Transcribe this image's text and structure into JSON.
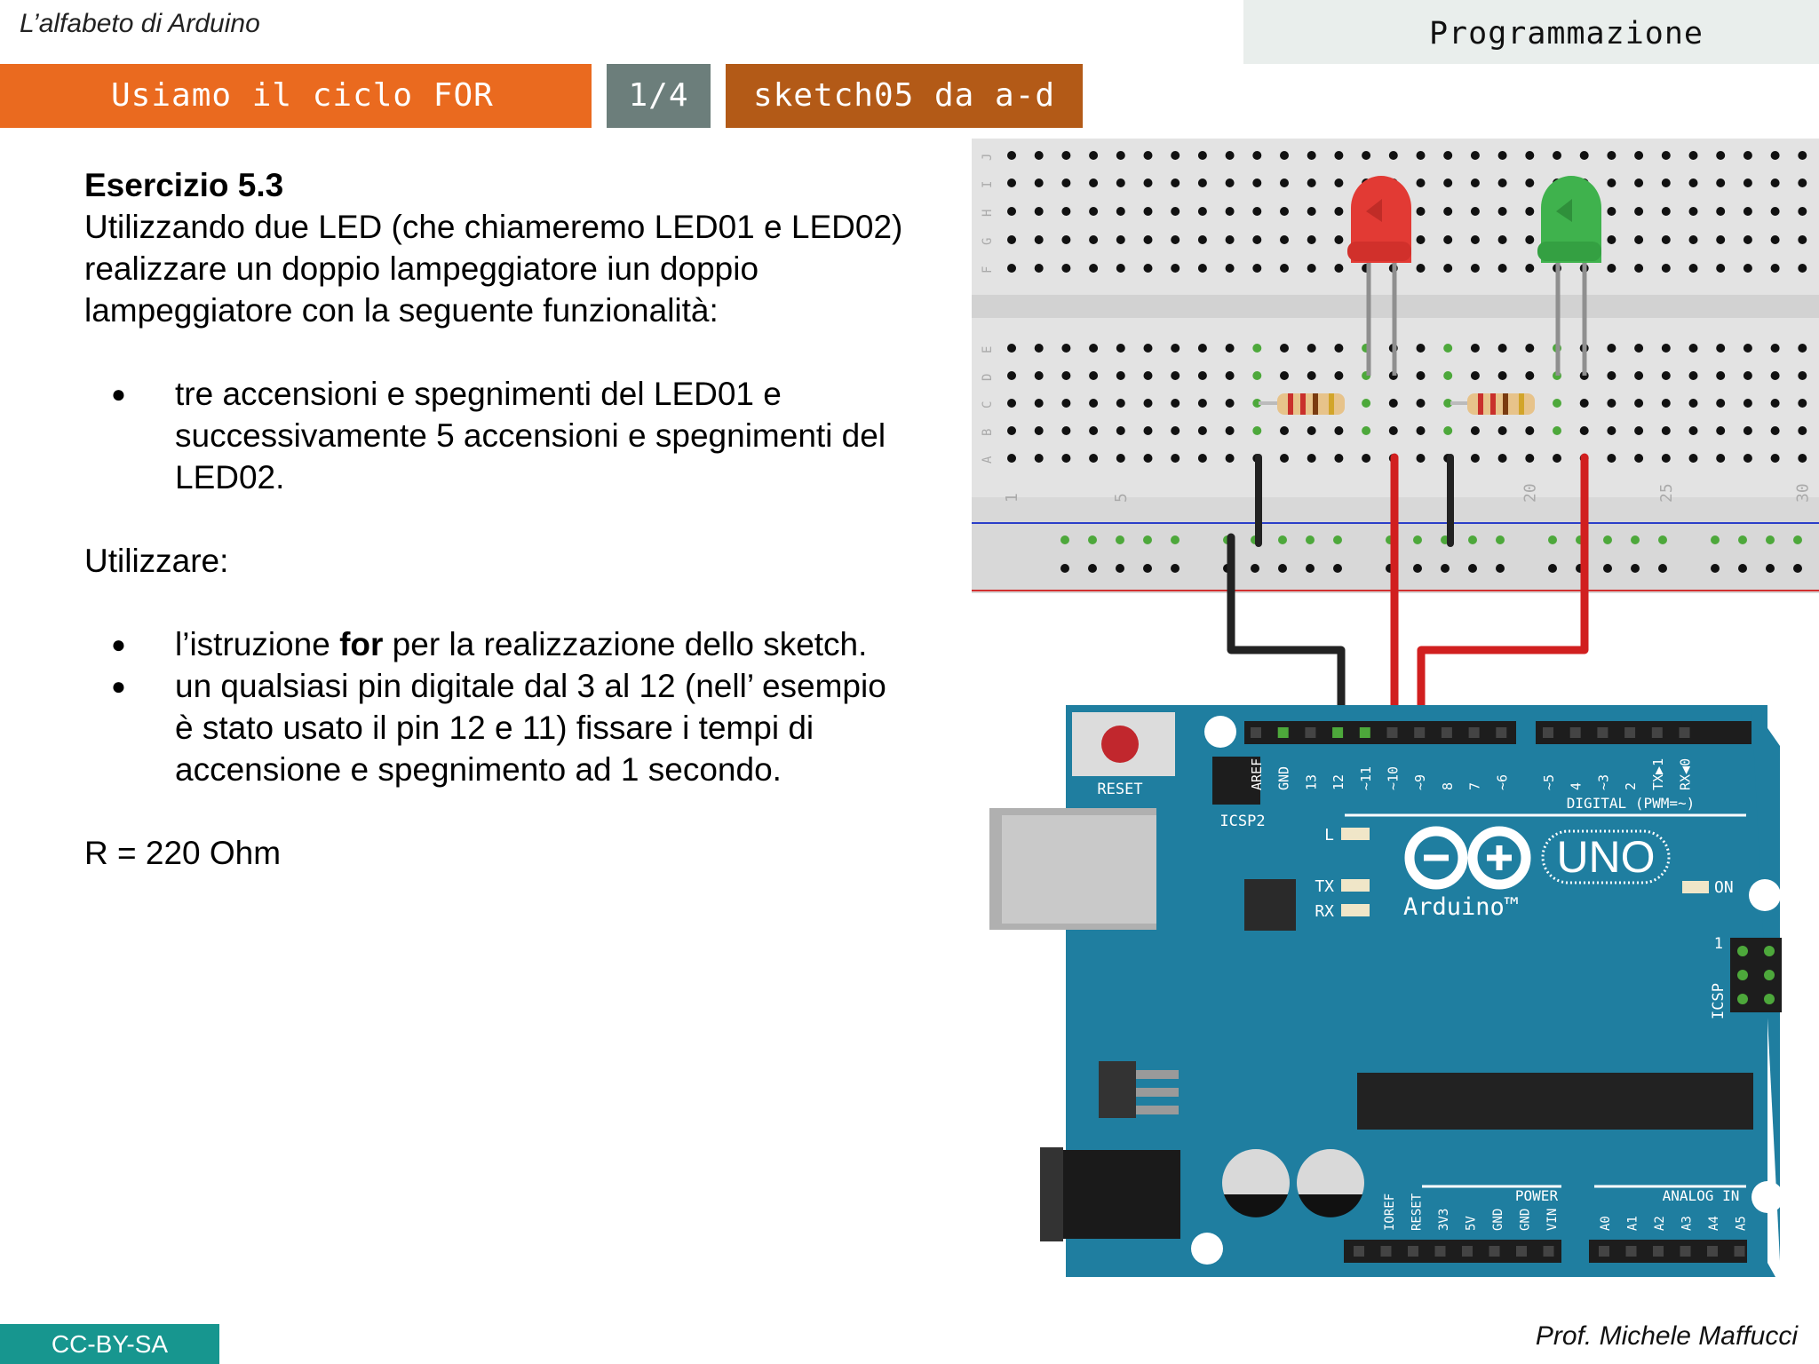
{
  "header": {
    "brand": "L’alfabeto di Arduino",
    "section": "Programmazione",
    "topic": "Usiamo il ciclo FOR",
    "page": "1/4",
    "sketch": "sketch05 da a-d"
  },
  "content": {
    "exercise_title": "Esercizio 5.3",
    "intro": "Utilizzando due LED (che chiameremo LED01 e LED02) realizzare un doppio lampeggiatore iun doppio lampeggiatore con la seguente funzionalità:",
    "bullets1": [
      "tre accensioni e spegnimenti del LED01 e successivamente 5 accensioni e spegnimenti del LED02."
    ],
    "use_label": "Utilizzare:",
    "bullet2_prefix": "l’istruzione ",
    "bullet2_bold": "for",
    "bullet2_suffix": " per la realizzazione dello sketch.",
    "bullet3": "un qualsiasi pin digitale dal 3 al 12 (nell’ esempio è stato usato il pin 12 e 11) fissare i tempi di accensione e spegnimento ad 1 secondo.",
    "resistor_note": "R = 220 Ohm",
    "bullet_glyph": "●"
  },
  "footer": {
    "license": "CC-BY-SA",
    "author": "Prof. Michele Maffucci"
  },
  "circuit": {
    "breadboard_rows_top": [
      "J",
      "I",
      "H",
      "G",
      "F"
    ],
    "breadboard_rows_bottom": [
      "E",
      "D",
      "C",
      "B",
      "A"
    ],
    "breadboard_cols": [
      "1",
      "5",
      "20",
      "25",
      "30"
    ],
    "board": {
      "reset": "RESET",
      "icsp2": "ICSP2",
      "digital_pins": [
        "AREF",
        "GND",
        "13",
        "12",
        "~11",
        "~10",
        "~9",
        "8",
        "7",
        "~6",
        "~5",
        "4",
        "~3",
        "2",
        "TX▶1",
        "RX◀0"
      ],
      "digital_label": "DIGITAL (PWM=~)",
      "led_l": "L",
      "led_tx": "TX",
      "led_rx": "RX",
      "logo": "Arduino™",
      "model": "UNO",
      "on_label": "ON",
      "icsp": "ICSP",
      "icsp_pin": "1",
      "power_label": "POWER",
      "power_pins": [
        "IOREF",
        "RESET",
        "3V3",
        "5V",
        "GND",
        "GND",
        "VIN"
      ],
      "analog_label": "ANALOG IN",
      "analog_pins": [
        "A0",
        "A1",
        "A2",
        "A3",
        "A4",
        "A5"
      ]
    },
    "colors": {
      "board": "#1f7ea0",
      "led_red": "#e23a34",
      "led_green": "#3fb24d",
      "wire_red": "#d11f1f",
      "wire_black": "#222222"
    }
  }
}
